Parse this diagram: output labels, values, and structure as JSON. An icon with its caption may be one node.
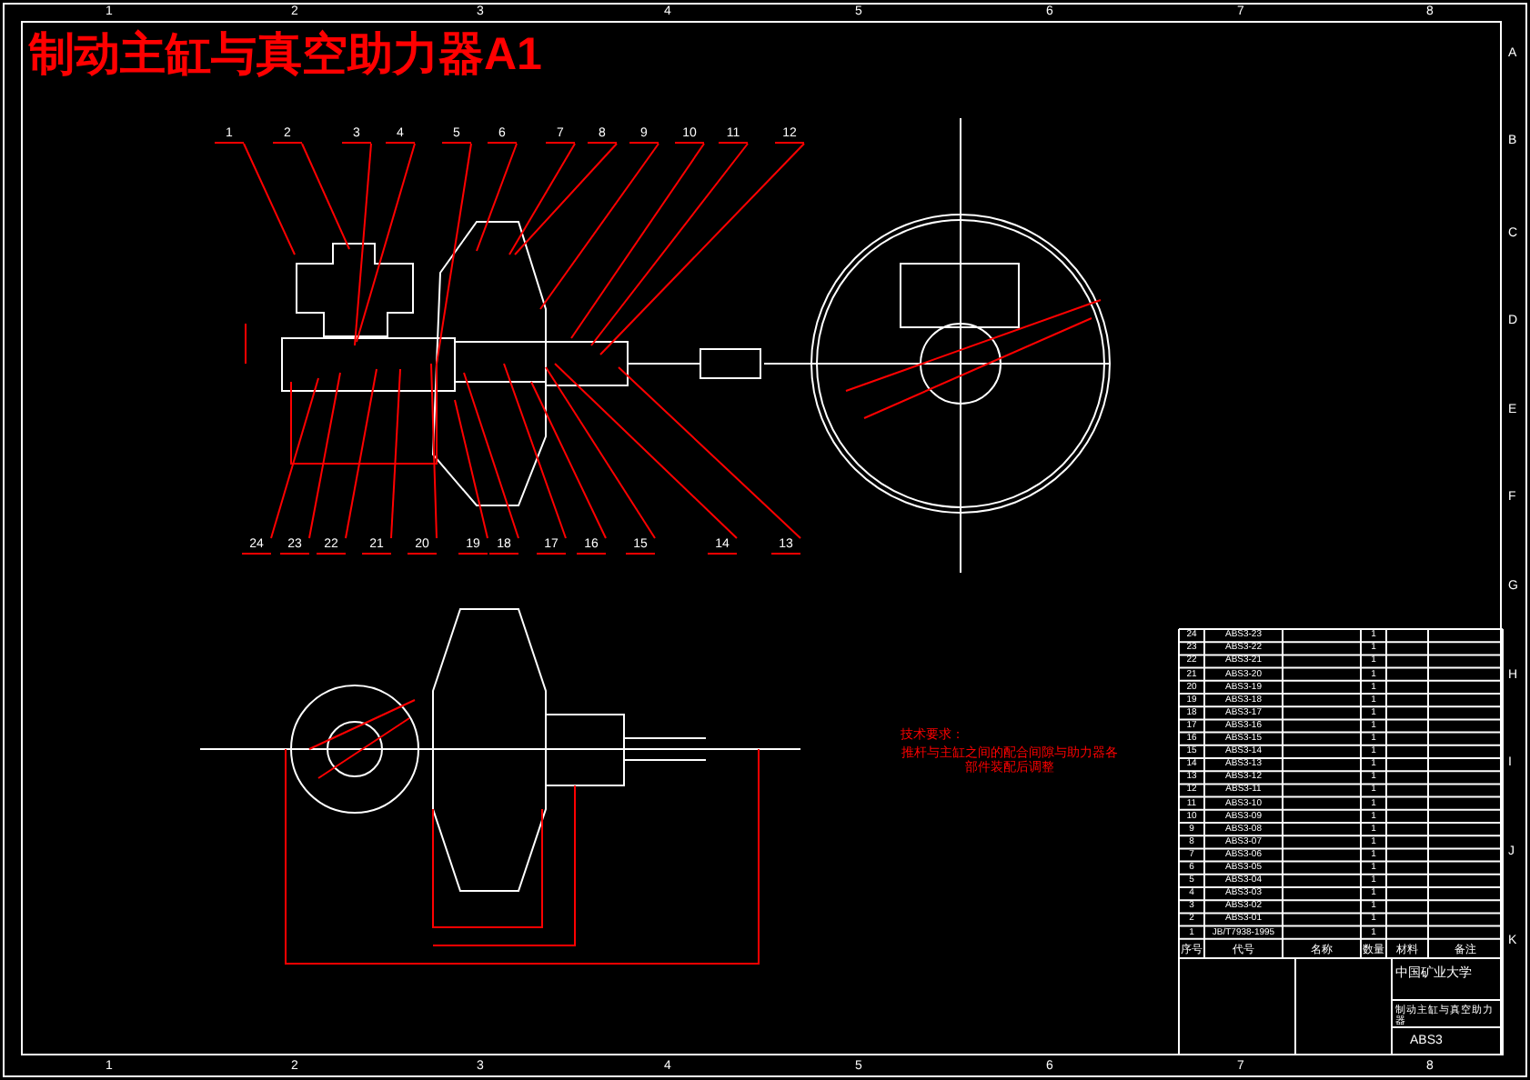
{
  "diagram": {
    "title": "制动主缸与真空助力器A1",
    "nodes": [
      {
        "text": [
          "1"
        ]
      },
      {
        "text": [
          "2"
        ]
      },
      {
        "text": [
          "3"
        ]
      },
      {
        "text": [
          "4"
        ]
      },
      {
        "text": [
          "5"
        ]
      },
      {
        "text": [
          "6"
        ]
      },
      {
        "text": [
          "7"
        ]
      },
      {
        "text": [
          "8"
        ]
      },
      {
        "text": [
          "9"
        ]
      },
      {
        "text": [
          "10"
        ]
      },
      {
        "text": [
          "11"
        ]
      },
      {
        "text": [
          "12"
        ]
      },
      {
        "text": [
          "24"
        ]
      },
      {
        "text": [
          "23"
        ]
      },
      {
        "text": [
          "22"
        ]
      },
      {
        "text": [
          "21"
        ]
      },
      {
        "text": [
          "20"
        ]
      },
      {
        "text": [
          "19"
        ]
      },
      {
        "text": [
          "18"
        ]
      },
      {
        "text": [
          "17"
        ]
      },
      {
        "text": [
          "16"
        ]
      },
      {
        "text": [
          "15"
        ]
      },
      {
        "text": [
          "14"
        ]
      },
      {
        "text": [
          "13"
        ]
      }
    ],
    "edges": [
      {
        "from": 0,
        "to": null,
        "arrow": "none"
      },
      {
        "from": 1,
        "to": null,
        "arrow": "none"
      },
      {
        "from": 2,
        "to": null,
        "arrow": "none"
      },
      {
        "from": 3,
        "to": null,
        "arrow": "none"
      },
      {
        "from": 4,
        "to": null,
        "arrow": "none"
      },
      {
        "from": 5,
        "to": null,
        "arrow": "none"
      },
      {
        "from": 6,
        "to": null,
        "arrow": "none"
      },
      {
        "from": 7,
        "to": null,
        "arrow": "none"
      },
      {
        "from": 8,
        "to": null,
        "arrow": "none"
      },
      {
        "from": 9,
        "to": null,
        "arrow": "none"
      },
      {
        "from": 10,
        "to": null,
        "arrow": "none"
      },
      {
        "from": 11,
        "to": null,
        "arrow": "none"
      },
      {
        "from": 12,
        "to": null,
        "arrow": "none"
      },
      {
        "from": 13,
        "to": null,
        "arrow": "none"
      },
      {
        "from": 14,
        "to": null,
        "arrow": "none"
      },
      {
        "from": 15,
        "to": null,
        "arrow": "none"
      },
      {
        "from": 16,
        "to": null,
        "arrow": "none"
      },
      {
        "from": 17,
        "to": null,
        "arrow": "none"
      },
      {
        "from": 18,
        "to": null,
        "arrow": "none"
      },
      {
        "from": 19,
        "to": null,
        "arrow": "none"
      },
      {
        "from": 20,
        "to": null,
        "arrow": "none"
      },
      {
        "from": 21,
        "to": null,
        "arrow": "none"
      },
      {
        "from": 22,
        "to": null,
        "arrow": "none"
      },
      {
        "from": 23,
        "to": null,
        "arrow": "none"
      }
    ],
    "labels": [
      "1",
      "2",
      "3",
      "4",
      "5",
      "6",
      "7",
      "8",
      "A",
      "B",
      "C",
      "D",
      "E",
      "F",
      "G",
      "H",
      "I",
      "J",
      "K",
      "1",
      "2",
      "3",
      "4",
      "5",
      "6",
      "7",
      "8",
      "技术要求：",
      "推杆与主缸之间的配合间隙与助力器各部件装配后调整",
      "24",
      "ABS3-23",
      "1",
      "23",
      "ABS3-22",
      "1",
      "22",
      "ABS3-21",
      "1",
      "21",
      "ABS3-20",
      "1",
      "20",
      "ABS3-19",
      "1",
      "19",
      "ABS3-18",
      "1",
      "18",
      "ABS3-17",
      "1",
      "17",
      "ABS3-16",
      "1",
      "16",
      "ABS3-15",
      "1",
      "15",
      "ABS3-14",
      "1",
      "14",
      "ABS3-13",
      "1",
      "13",
      "ABS3-12",
      "1",
      "12",
      "ABS3-11",
      "1",
      "11",
      "ABS3-10",
      "1",
      "10",
      "ABS3-09",
      "1",
      "9",
      "ABS3-08",
      "1",
      "8",
      "ABS3-07",
      "1",
      "7",
      "ABS3-06",
      "1",
      "6",
      "ABS3-05",
      "1",
      "5",
      "ABS3-04",
      "1",
      "4",
      "ABS3-03",
      "1",
      "3",
      "ABS3-02",
      "1",
      "2",
      "ABS3-01",
      "1",
      "1",
      "JB/T7938-1995",
      "1",
      "序号",
      "代号",
      "名称",
      "数量",
      "材料",
      "备注",
      "中国矿业大学",
      "制动主缸与真空助力器",
      "ABS3"
    ]
  }
}
